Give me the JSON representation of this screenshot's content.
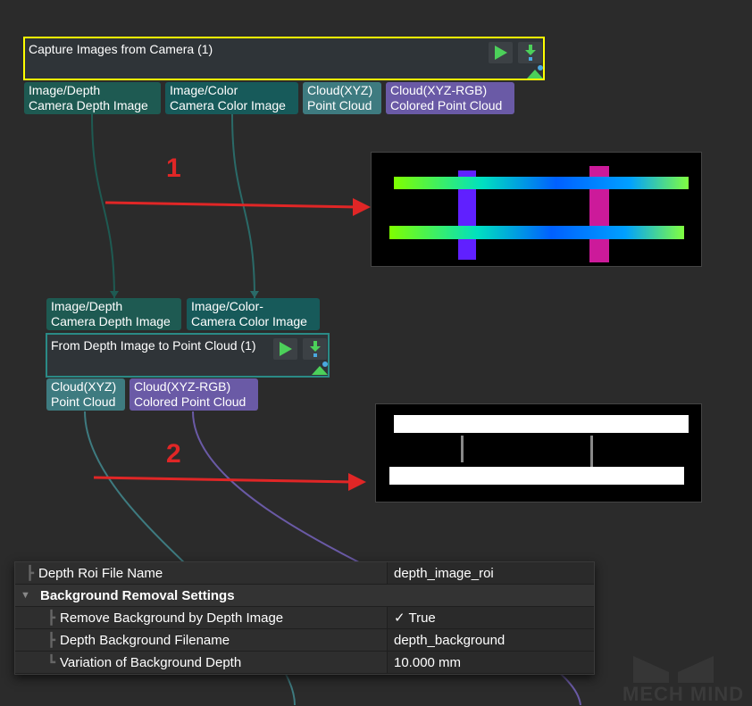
{
  "node1": {
    "title": "Capture Images from Camera (1)",
    "outputs": [
      {
        "type": "Image/Depth",
        "name": "Camera Depth Image"
      },
      {
        "type": "Image/Color",
        "name": "Camera Color Image"
      },
      {
        "type": "Cloud(XYZ)",
        "name": "Point Cloud"
      },
      {
        "type": "Cloud(XYZ-RGB)",
        "name": "Colored Point Cloud"
      }
    ]
  },
  "node2": {
    "title": "From Depth Image to Point Cloud (1)",
    "inputs": [
      {
        "type": "Image/Depth",
        "name": "Camera Depth Image"
      },
      {
        "type": "Image/Color-",
        "name": "Camera Color Image"
      }
    ],
    "outputs": [
      {
        "type": "Cloud(XYZ)",
        "name": "Point Cloud"
      },
      {
        "type": "Cloud(XYZ-RGB)",
        "name": "Colored Point Cloud"
      }
    ]
  },
  "annotations": {
    "label1": "1",
    "label2": "2",
    "arrow_color": "#e02626"
  },
  "properties": {
    "rows": [
      {
        "key": "Depth Roi File Name",
        "value": "depth_image_roi"
      },
      {
        "key": "Background Removal Settings",
        "value": "",
        "group": true
      },
      {
        "key": "Remove Background by Depth Image",
        "value": "✓ True"
      },
      {
        "key": "Depth Background Filename",
        "value": "depth_background"
      },
      {
        "key": "Variation of Background Depth",
        "value": "10.000 mm"
      }
    ]
  },
  "watermark": "MECH MIND",
  "colors": {
    "selected_border": "#ffff00",
    "node2_border": "#2a8a86"
  }
}
